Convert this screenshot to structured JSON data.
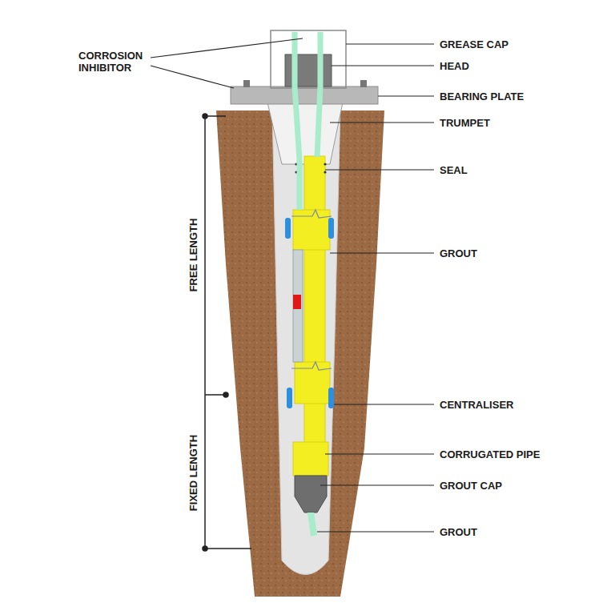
{
  "diagram": {
    "labels": [
      "CORROSION INHIBITOR",
      "GREASE CAP",
      "HEAD",
      "BEARING PLATE",
      "TRUMPET",
      "SEAL",
      "GROUT",
      "CENTRALISER",
      "CORRUGATED PIPE",
      "GROUT CAP",
      "GROUT",
      "FREE LENGTH",
      "FIXED LENGTH"
    ]
  }
}
